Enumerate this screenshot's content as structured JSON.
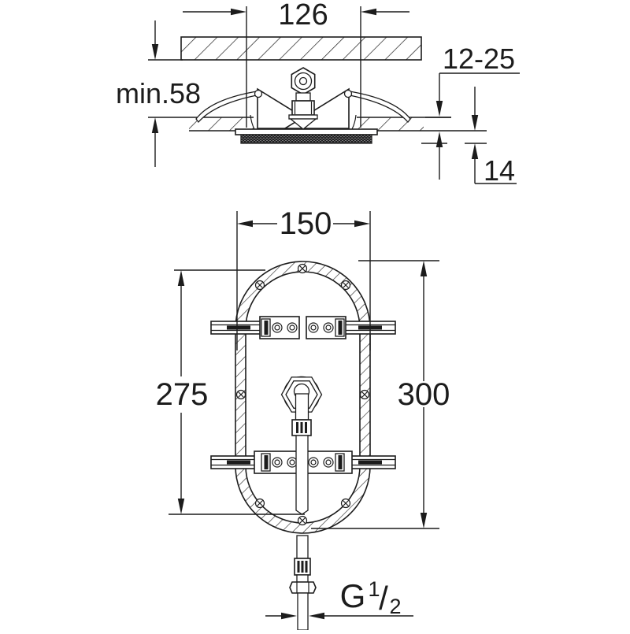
{
  "colors": {
    "ink": "#1c1c1c",
    "background": "#ffffff"
  },
  "side_view": {
    "width_dim": "126",
    "clearance_dim": "min.58",
    "panel_thickness_dim": "12-25",
    "protrusion_dim": "14"
  },
  "plan_view": {
    "width_dim": "150",
    "inner_length_dim": "275",
    "outer_length_dim": "300"
  },
  "connection": {
    "thread_prefix": "G",
    "numerator": "1",
    "fraction_slash": "/",
    "denominator": "2"
  }
}
